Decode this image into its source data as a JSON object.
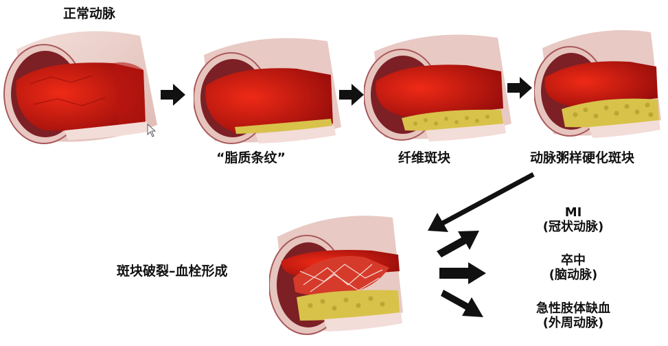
{
  "stages": {
    "normal": "正常动脉",
    "fatty_streak": "“脂质条纹”",
    "fibrous_plaque": "纤维斑块",
    "atherosclerosis": "动脉粥样硬化斑块",
    "rupture": "斑块破裂–血栓形成"
  },
  "outcomes": {
    "mi": {
      "title": "MI",
      "sub": "(冠状动脉)"
    },
    "stroke": {
      "title": "卒中",
      "sub": "(脑动脉)"
    },
    "limb": {
      "title": "急性肢体缺血",
      "sub": "(外周动脉)"
    }
  },
  "colors": {
    "outer_wall": "#e7c6c0",
    "wall_edge": "#8a3b3e",
    "inner_wall": "#7a1f24",
    "blood": "#d81c12",
    "blood_dark": "#8e0e0c",
    "plaque": "#d8c24a",
    "arrow": "#111111"
  }
}
